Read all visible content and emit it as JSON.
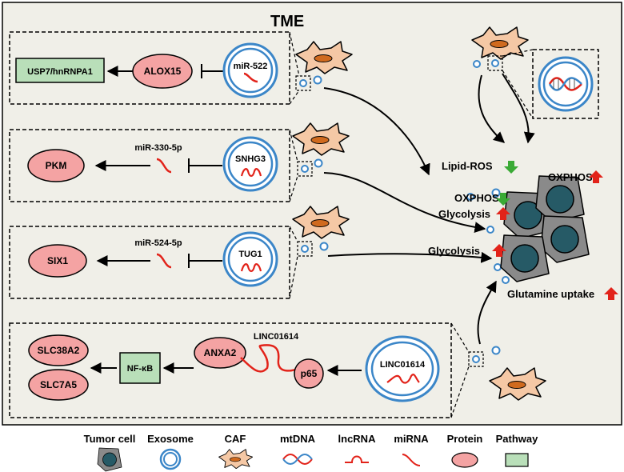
{
  "title": "TME",
  "colors": {
    "background": "#f0efe8",
    "protein_fill": "#f4a3a3",
    "pathway_fill": "#b9dfb9",
    "exosome_ring": "#3b86c8",
    "rna_red": "#e2231a",
    "up_arrow": "#e2231a",
    "down_arrow": "#3aaa35",
    "caf_fill": "#f5c8a5",
    "caf_nucleus": "#d06a1e",
    "tumor_outer": "#8a8a8a",
    "tumor_inner": "#265a66"
  },
  "panels": {
    "p1": {
      "pathway": "USP7/hnRNPA1",
      "protein": "ALOX15",
      "exosome_cargo": "miR-522"
    },
    "p2": {
      "protein": "PKM",
      "mirna": "miR-330-5p",
      "exosome_cargo": "SNHG3"
    },
    "p3": {
      "protein": "SIX1",
      "mirna": "miR-524-5p",
      "exosome_cargo": "TUG1"
    },
    "p4": {
      "protein_a": "SLC38A2",
      "protein_b": "SLC7A5",
      "pathway": "NF-κB",
      "protein_c": "ANXA2",
      "lncrna": "LINC01614",
      "protein_d": "p65",
      "exosome_cargo": "LINC01614"
    }
  },
  "effects": {
    "lipid_ros": "Lipid-ROS",
    "oxphos_right": "OXPHOS",
    "oxphos_left": "OXPHOS",
    "glycolysis_1": "Glycolysis",
    "glycolysis_2": "Glycolysis",
    "glutamine": "Glutamine uptake"
  },
  "legend": {
    "tumor_cell": "Tumor cell",
    "exosome": "Exosome",
    "caf": "CAF",
    "mtdna": "mtDNA",
    "lncrna": "lncRNA",
    "mirna": "miRNA",
    "protein": "Protein",
    "pathway": "Pathway"
  }
}
